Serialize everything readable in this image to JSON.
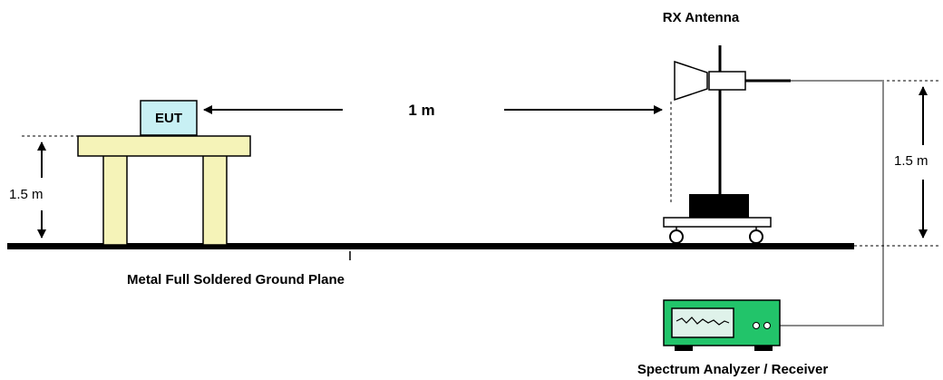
{
  "labels": {
    "rx_antenna": "RX Antenna",
    "distance": "1 m",
    "eut": "EUT",
    "table_height": "1.5 m",
    "antenna_height": "1.5 m",
    "ground_plane": "Metal Full Soldered Ground Plane",
    "receiver": "Spectrum Analyzer / Receiver"
  },
  "colors": {
    "table": "#f5f3b8",
    "table_stroke": "#000000",
    "eut_fill": "#c8f0f4",
    "analyzer_body": "#22c46a",
    "analyzer_screen": "#dff2ea",
    "antenna_base": "#000000",
    "ground": "#000000",
    "cable": "#8a8a8a"
  }
}
